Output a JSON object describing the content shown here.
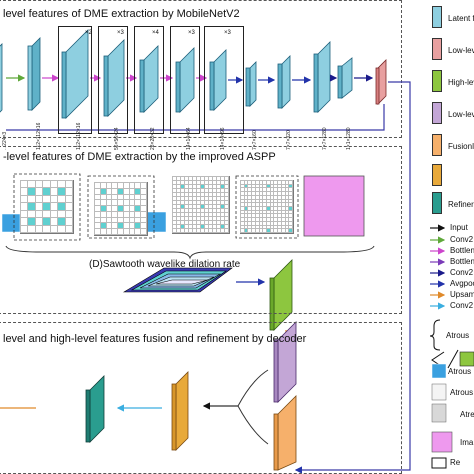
{
  "panels": {
    "p1": {
      "title": "level features of DME extraction by MobileNetV2"
    },
    "p2": {
      "title": "-level features of DME extraction by the improved ASPP",
      "sublabel": "(D)Sawtooth wavelike dilation rate"
    },
    "p3": {
      "title": "level and high-level features fusion and refinement by decoder"
    }
  },
  "dims": [
    "...224×3",
    "112×112×16",
    "112×112×16",
    "56×56×24",
    "28×28×32",
    "14×14×64",
    "14×14×96",
    "7×7×160",
    "7×7×320",
    "7×7×1280",
    "1×1×1280"
  ],
  "multipliers": [
    "×2",
    "×3",
    "×4",
    "×3",
    "×3"
  ],
  "legend": {
    "blocks": [
      "Latent f",
      "Low-lev",
      "High-lev",
      "Low-lev",
      "FusionI",
      "Refiner"
    ],
    "arrows": [
      "Input",
      "Conv2",
      "Bottlen",
      "Bottlen",
      "Conv2",
      "Avgpoo",
      "Upsam",
      "Conv2"
    ],
    "extra": [
      "Atrous",
      "Atrous",
      "Atrous",
      "Atre",
      "Ima",
      "Re"
    ]
  },
  "colors": {
    "latent": "#8ecfe0",
    "low": "#e8a0a0",
    "high": "#8dc63f",
    "low2": "#c3a6d6",
    "fusion": "#f6b06b",
    "fusion_gold": "#e8a93a",
    "refine": "#2a9d8f",
    "pink": "#ee99ee"
  }
}
